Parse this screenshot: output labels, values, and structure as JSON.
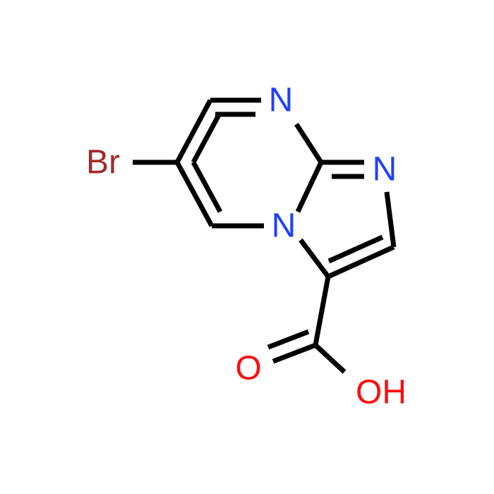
{
  "molecule": {
    "atoms": {
      "br": {
        "symbol": "Br",
        "color": "#a52a2a"
      },
      "n_top": {
        "symbol": "N",
        "color": "#1f3fff"
      },
      "n_right": {
        "symbol": "N",
        "color": "#1f3fff"
      },
      "n_bridge": {
        "symbol": "N",
        "color": "#1f3fff"
      },
      "o_carbonyl": {
        "symbol": "O",
        "color": "#ff0d0d"
      },
      "oh": {
        "symbol": "OH",
        "color": "#ff0d0d"
      }
    },
    "bond_color": "#000000"
  }
}
